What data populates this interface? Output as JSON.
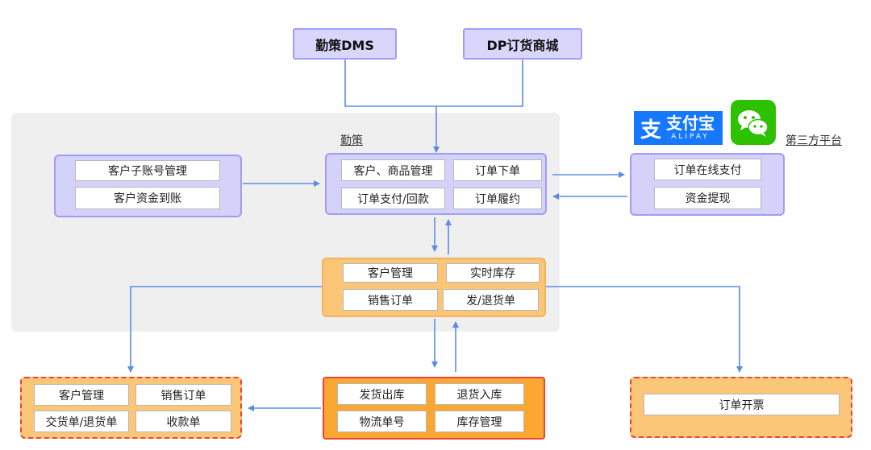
{
  "systems": {
    "dms": "勤策DMS",
    "dp_mall": "DP订货商城"
  },
  "region": {
    "label": "勤策"
  },
  "core": {
    "left_panel": [
      "客户子账号管理",
      "客户资金到账"
    ],
    "center_panel": [
      "客户、商品管理",
      "订单下单",
      "订单支付/回款",
      "订单履约"
    ],
    "right_panel": [
      "订单在线支付",
      "资金提现"
    ]
  },
  "erp_panel": [
    "客户管理",
    "实时库存",
    "销售订单",
    "发/退货单"
  ],
  "bottom": {
    "left_panel": [
      "客户管理",
      "销售订单",
      "交货单/退货单",
      "收款单"
    ],
    "center_panel": [
      "发货出库",
      "退货入库",
      "物流单号",
      "库存管理"
    ],
    "right_panel": [
      "订单开票"
    ]
  },
  "third_party": {
    "label": "第三方平台",
    "alipay_logo": {
      "glyph": "支",
      "name": "支付宝",
      "latin": "ALIPAY"
    },
    "wechat_icon": "wechat-icon"
  },
  "colors": {
    "purple_fill": "#d4d1fa",
    "purple_border": "#a29cf3",
    "orange_fill": "#fbc677",
    "orange_solid": "#fba732",
    "red_border": "#e8443a",
    "arrow_blue": "#5b8ce6",
    "alipay_blue": "#1677ff",
    "wechat_green": "#2dc100"
  }
}
